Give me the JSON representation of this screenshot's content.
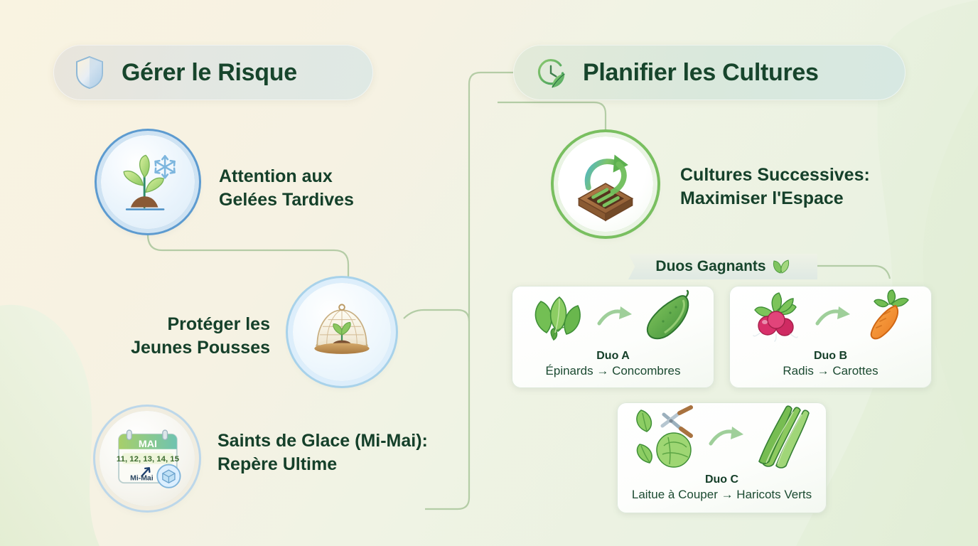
{
  "background": {
    "base_color": "#f7f3e4",
    "right_color": "#eef5e6",
    "blob_color": "#e7efd9"
  },
  "palette": {
    "title_green": "#17452c",
    "text_green": "#15402a",
    "blue_ring": "#5d9bd0",
    "green_ring": "#79bf60",
    "connector": "#a8c49a"
  },
  "sections": [
    {
      "id": "risk",
      "header": {
        "icon": "shield-icon",
        "title": "Gérer le Risque"
      },
      "items": [
        {
          "id": "late-frost",
          "icon": "seedling-snowflake-icon",
          "text": "Attention aux\nGelées Tardives"
        },
        {
          "id": "protect-seedlings",
          "icon": "cloche-seedling-icon",
          "text": "Protéger les\nJeunes Pousses"
        },
        {
          "id": "ice-saints",
          "icon": "calendar-ice-icon",
          "text": "Saints de Glace (Mi-Mai):\nRepère Ultime"
        }
      ]
    },
    {
      "id": "planning",
      "header": {
        "icon": "clock-leaf-icon",
        "title": "Planifier les Cultures"
      },
      "items": [
        {
          "id": "succession",
          "icon": "raised-bed-rotation-icon",
          "text": "Cultures Successives:\nMaximiser l'Espace"
        }
      ],
      "ribbon": {
        "label": "Duos Gagnants",
        "icon": "leaves-icon"
      },
      "duos": [
        {
          "id": "duo-a",
          "name": "Duo A",
          "pair": "Épinards → Concombres",
          "from_icon": "spinach-icon",
          "to_icon": "cucumber-icon"
        },
        {
          "id": "duo-b",
          "name": "Duo B",
          "pair": "Radis → Carottes",
          "from_icon": "radish-icon",
          "to_icon": "carrot-icon"
        },
        {
          "id": "duo-c",
          "name": "Duo C",
          "pair": "Laitue à Couper → Haricots Verts",
          "from_icon": "lettuce-scissors-icon",
          "to_icon": "green-beans-icon"
        }
      ]
    }
  ],
  "calendar_icon": {
    "month": "MAI",
    "days": "11, 12, 13, 14, 15",
    "caption": "Mi-Mai"
  }
}
